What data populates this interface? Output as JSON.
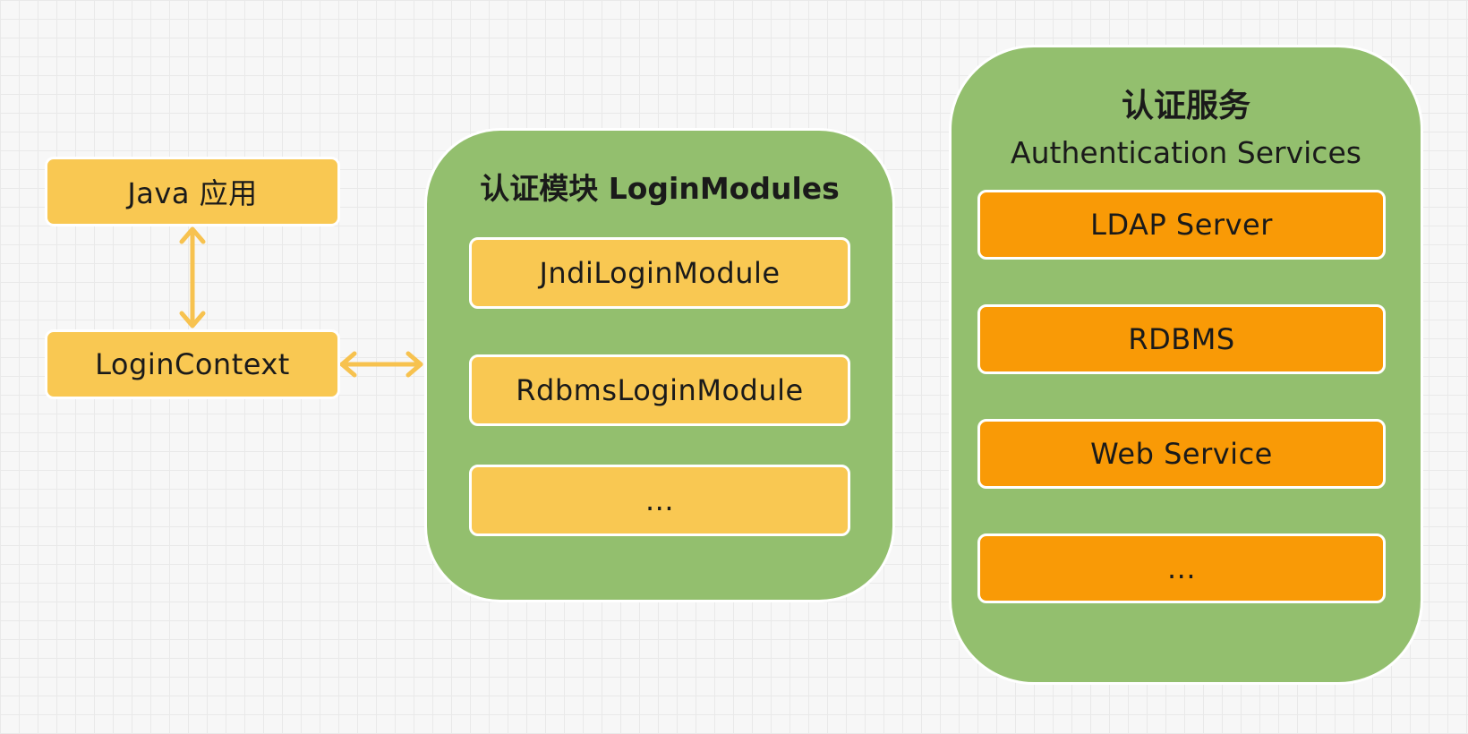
{
  "left": {
    "java_app": "Java 应用",
    "login_context": "LoginContext"
  },
  "login_modules": {
    "title": "认证模块 LoginModules",
    "items": [
      "JndiLoginModule",
      "RdbmsLoginModule",
      "..."
    ]
  },
  "auth_services": {
    "title_cn": "认证服务",
    "title_en": "Authentication Services",
    "items": [
      "LDAP Server",
      "RDBMS",
      "Web Service",
      "..."
    ]
  },
  "colors": {
    "module_box": "#f9c852",
    "service_box": "#f99a06",
    "group_bg": "#93bf6e",
    "arrow": "#f7c24f"
  }
}
